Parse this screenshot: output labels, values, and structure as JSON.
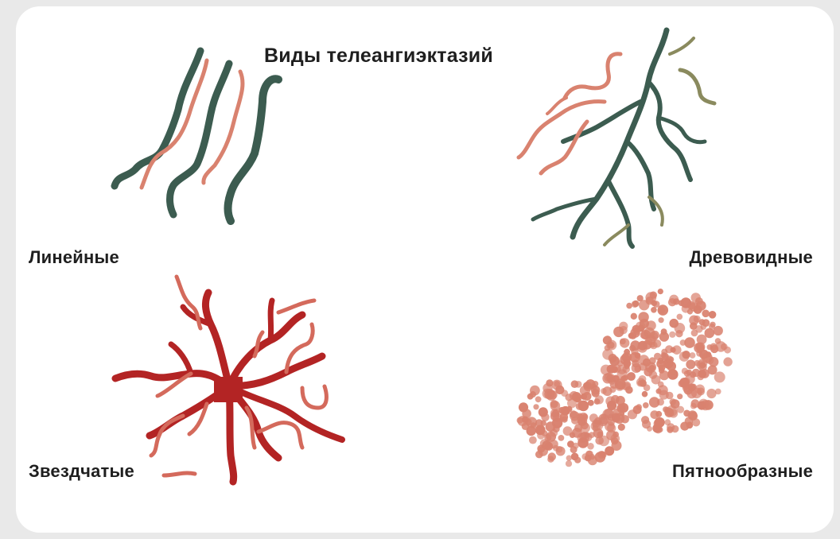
{
  "title": "Виды телеангиэктазий",
  "types": {
    "linear": "Линейные",
    "tree": "Древовидные",
    "star": "Звездчатые",
    "spot": "Пятнообразные"
  },
  "colors": {
    "page_background": "#e9e9e9",
    "card_background": "#ffffff",
    "vein_dark": "#3c5c50",
    "vein_light": "#d9826f",
    "star_dark": "#b32424",
    "star_light": "#d46a5c",
    "spot_fill": "#d9826f"
  }
}
